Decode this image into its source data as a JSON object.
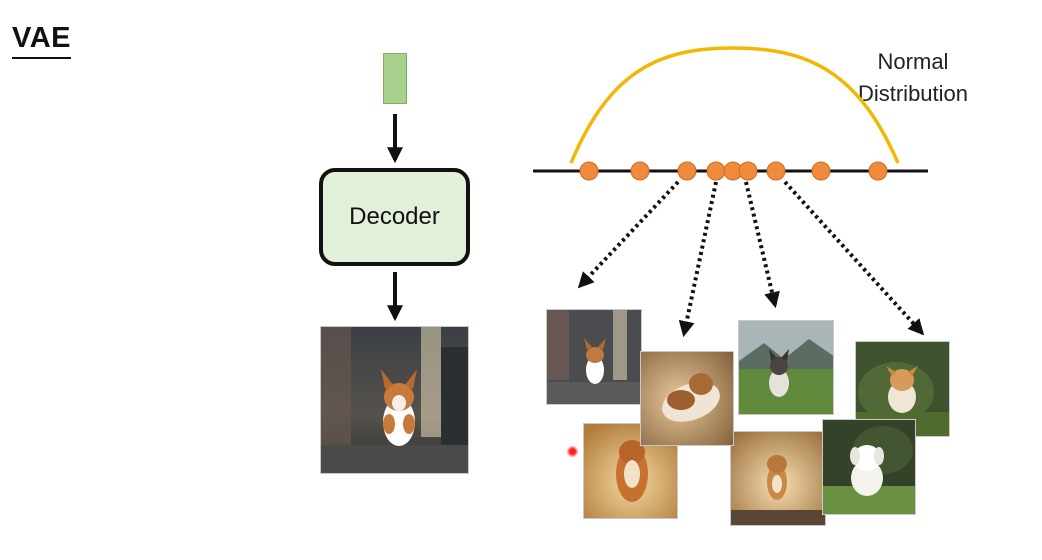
{
  "title": "VAE",
  "decoder": {
    "label": "Decoder"
  },
  "distribution": {
    "line1": "Normal",
    "line2": "Distribution"
  },
  "colors": {
    "latent": "#a9d18e",
    "decoder_fill": "#e2efd9",
    "curve": "#f2b705",
    "sample_points": "#f08a3c",
    "arrows": "#111111"
  },
  "sample_points_count": 9,
  "generated_images": [
    {
      "name": "dog-street-small",
      "scene": "city street"
    },
    {
      "name": "dog-dust-brown",
      "scene": "dusty field"
    },
    {
      "name": "husky-meadow",
      "scene": "green meadow with mountains"
    },
    {
      "name": "dog-grass-dark",
      "scene": "dark grass"
    },
    {
      "name": "dog-golden-dust",
      "scene": "golden dust"
    },
    {
      "name": "dog-dust-road",
      "scene": "dusty road"
    },
    {
      "name": "white-dog-grass",
      "scene": "green grass"
    }
  ],
  "decoder_output": {
    "name": "decoded-dog-street",
    "scene": "city street"
  }
}
